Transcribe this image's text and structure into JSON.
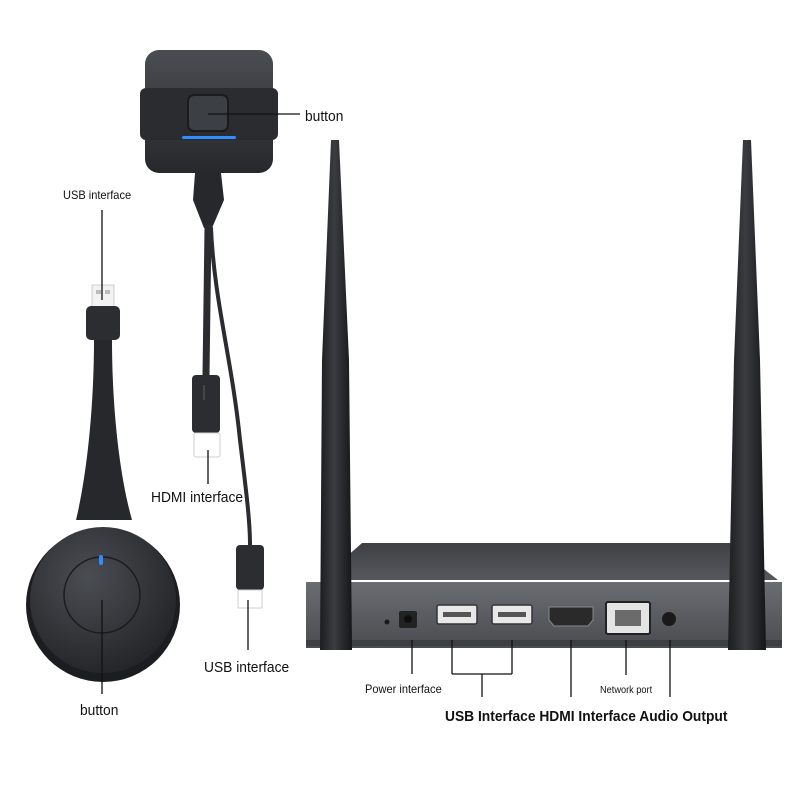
{
  "labels": {
    "top_button": "button",
    "usb_interface_left": "USB interface",
    "hdmi_interface": "HDMI interface",
    "usb_interface_bottom": "USB interface",
    "bottom_button": "button",
    "power_interface": "Power interface",
    "network_port": "Network port",
    "bottom_line": "USB Interface HDMI Interface Audio Output"
  },
  "colors": {
    "device_dark": "#2b2d30",
    "device_mid": "#3a3d42",
    "box_top": "#4a4c50",
    "box_front": "#5b5e63",
    "led_blue": "#2f8cff",
    "leader_line": "#111111",
    "background": "#ffffff"
  }
}
